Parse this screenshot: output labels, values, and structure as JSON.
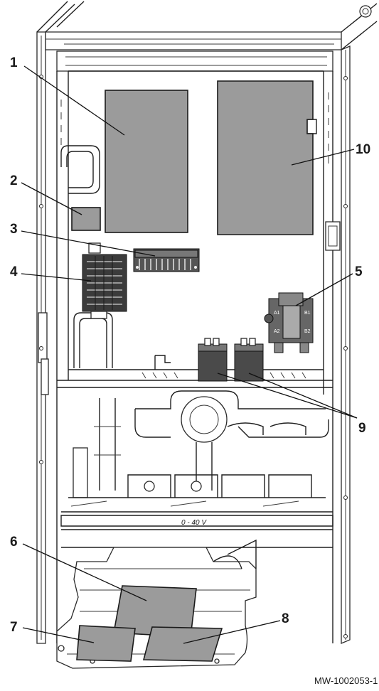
{
  "callouts": [
    {
      "id": "1",
      "label": "1"
    },
    {
      "id": "2",
      "label": "2"
    },
    {
      "id": "3",
      "label": "3"
    },
    {
      "id": "4",
      "label": "4"
    },
    {
      "id": "5",
      "label": "5"
    },
    {
      "id": "6",
      "label": "6"
    },
    {
      "id": "7",
      "label": "7"
    },
    {
      "id": "8",
      "label": "8"
    },
    {
      "id": "9",
      "label": "9"
    },
    {
      "id": "10",
      "label": "10"
    }
  ],
  "voltage_marking": "0 - 40 V",
  "reference": "MW-1002053-1",
  "colors": {
    "component_fill": "#9b9b9b",
    "line": "#1f1f1f",
    "background": "#ffffff"
  }
}
